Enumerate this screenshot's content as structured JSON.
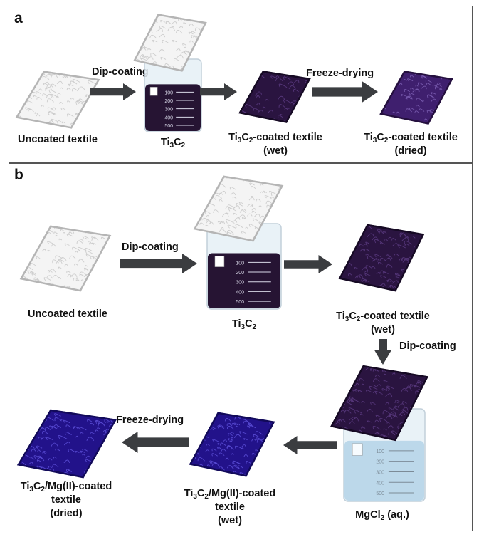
{
  "panel_a": {
    "label": "a",
    "step1": "Dip-coating",
    "step2": "Freeze-drying",
    "uncoated": "Uncoated textile",
    "ti3c2": {
      "a": "Ti",
      "b": "3",
      "c": "C",
      "d": "2"
    },
    "coated_wet": {
      "a": "Ti",
      "b": "3",
      "c": "C",
      "d": "2",
      "e": "-coated textile",
      "f": "(wet)"
    },
    "coated_dried": {
      "a": "Ti",
      "b": "3",
      "c": "C",
      "d": "2",
      "e": "-coated textile",
      "f": "(dried)"
    }
  },
  "panel_b": {
    "label": "b",
    "step1": "Dip-coating",
    "step2": "Dip-coating",
    "step3": "Freeze-drying",
    "uncoated": "Uncoated textile",
    "ti3c2": {
      "a": "Ti",
      "b": "3",
      "c": "C",
      "d": "2"
    },
    "coated_wet": {
      "a": "Ti",
      "b": "3",
      "c": "C",
      "d": "2",
      "e": "-coated textile",
      "f": "(wet)"
    },
    "mgcl2": {
      "a": "MgCl",
      "b": "2",
      "c": " (aq.)"
    },
    "mg_wet": {
      "a": "Ti",
      "b": "3",
      "c": "C",
      "d": "2",
      "e": "/Mg(II)-coated",
      "f": "textile",
      "g": "(wet)"
    },
    "mg_dried": {
      "a": "Ti",
      "b": "3",
      "c": "C",
      "d": "2",
      "e": "/Mg(II)-coated",
      "f": "textile",
      "g": "(dried)"
    }
  },
  "beaker_marks": [
    "100",
    "200",
    "300",
    "400",
    "500"
  ],
  "colors": {
    "arrow": "#3b3d40",
    "textile_white": "#d9d9d9",
    "textile_dark": "#2a1440",
    "textile_purple": "#3f1f6e",
    "textile_blue": "#22128a",
    "beaker_dark": "#261433",
    "beaker_light": "#bcd8ea"
  }
}
